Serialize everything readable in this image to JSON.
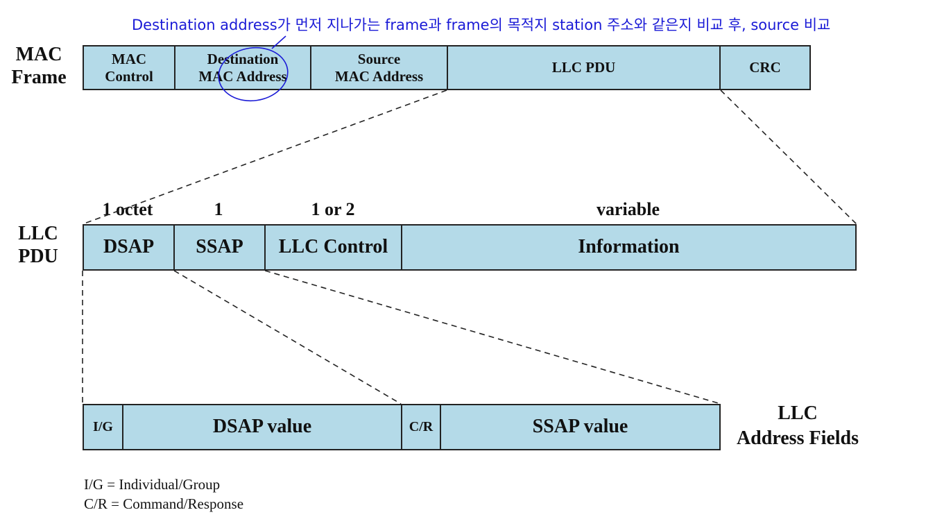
{
  "annotation": {
    "note_text": "Destination address가 먼저 지나가는 frame과 frame의 목적지 station 주소와 같은지 비교 후, source 비교",
    "color": "#1a1ad6"
  },
  "mac_frame": {
    "label_line1": "MAC",
    "label_line2": "Frame",
    "fields": [
      {
        "line1": "MAC",
        "line2": "Control"
      },
      {
        "line1": "Destination",
        "line2": "MAC Address"
      },
      {
        "line1": "Source",
        "line2": "MAC Address"
      },
      {
        "line1": "LLC PDU",
        "line2": ""
      },
      {
        "line1": "CRC",
        "line2": ""
      }
    ]
  },
  "llc_pdu": {
    "label_line1": "LLC",
    "label_line2": "PDU",
    "sizes": [
      "1 octet",
      "1",
      "1 or 2",
      "variable"
    ],
    "fields": [
      "DSAP",
      "SSAP",
      "LLC Control",
      "Information"
    ]
  },
  "address_fields": {
    "label_line1": "LLC",
    "label_line2": "Address Fields",
    "fields": [
      "I/G",
      "DSAP value",
      "C/R",
      "SSAP value"
    ]
  },
  "legend": [
    "I/G = Individual/Group",
    "C/R = Command/Response"
  ],
  "colors": {
    "box_fill": "#b4dae8",
    "box_border": "#222222"
  }
}
